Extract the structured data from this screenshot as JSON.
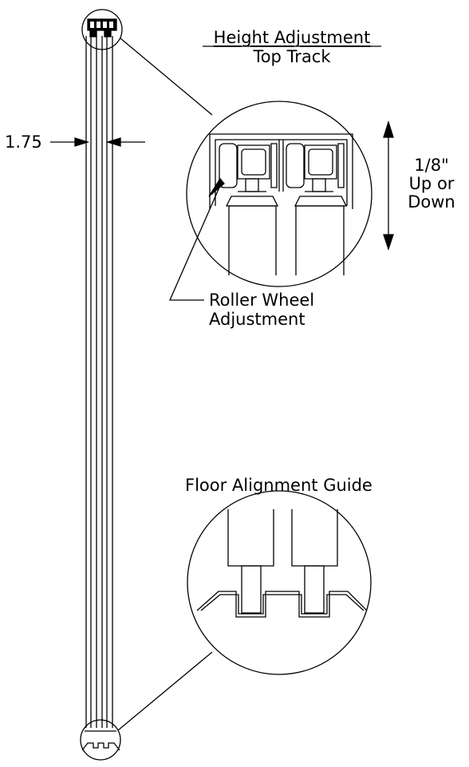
{
  "labels": {
    "title_main": "Height Adjustment",
    "title_sub": "Top Track",
    "dimension": "1.75",
    "adjust_range": "1/8\"",
    "adjust_line2": "Up or",
    "adjust_line3": "Down",
    "roller_line1": "Roller Wheel",
    "roller_line2": "Adjustment",
    "floor_guide": "Floor Alignment Guide"
  }
}
